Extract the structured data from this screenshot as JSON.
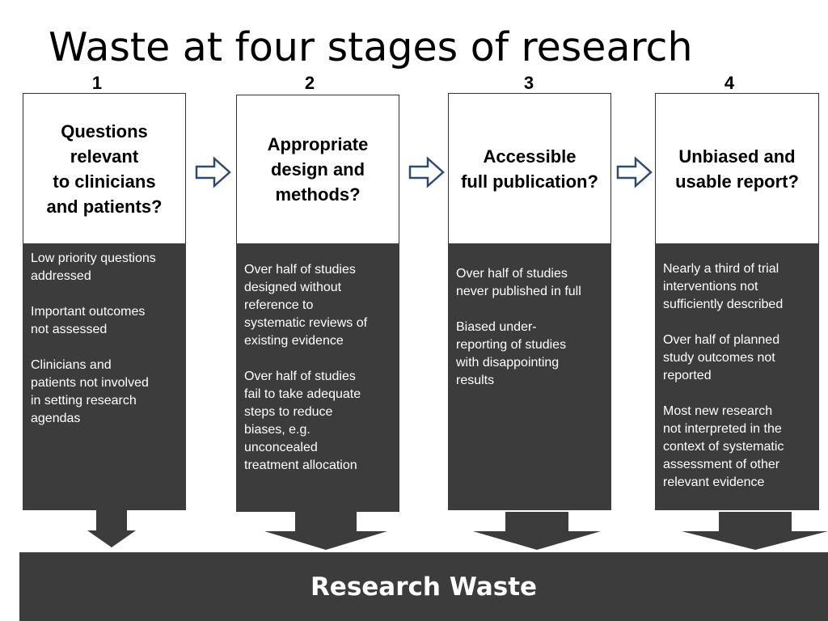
{
  "title": "Waste at four stages of research",
  "stages": [
    {
      "number": "1",
      "question": "Questions\nrelevant\nto clinicians\nand patients?",
      "items": [
        "Low priority questions\naddressed",
        "Important outcomes\nnot assessed",
        "Clinicians and\npatients not involved\nin setting research\nagendas"
      ]
    },
    {
      "number": "2",
      "question": "Appropriate\ndesign and\nmethods?",
      "items": [
        "Over half of studies\ndesigned without\nreference to\nsystematic reviews of\nexisting evidence",
        "Over half of studies\nfail to take adequate\nsteps to reduce\nbiases, e.g.\nunconcealed\ntreatment allocation"
      ]
    },
    {
      "number": "3",
      "question": "Accessible\nfull publication?",
      "items": [
        "Over half of studies\nnever published in full",
        "Biased under-\nreporting of studies\nwith disappointing\nresults"
      ]
    },
    {
      "number": "4",
      "question": "Unbiased and\nusable report?",
      "items": [
        "Nearly a third of  trial\ninterventions not\nsufficiently described",
        "Over half of  planned\nstudy outcomes not\nreported",
        "Most new research\nnot interpreted in the\ncontext of systematic\nassessment of other\nrelevant evidence"
      ]
    }
  ],
  "footer_label": "Research Waste",
  "colors": {
    "dark_panel": "#3c3c3c",
    "arrow_stroke": "#2f4a6e"
  }
}
